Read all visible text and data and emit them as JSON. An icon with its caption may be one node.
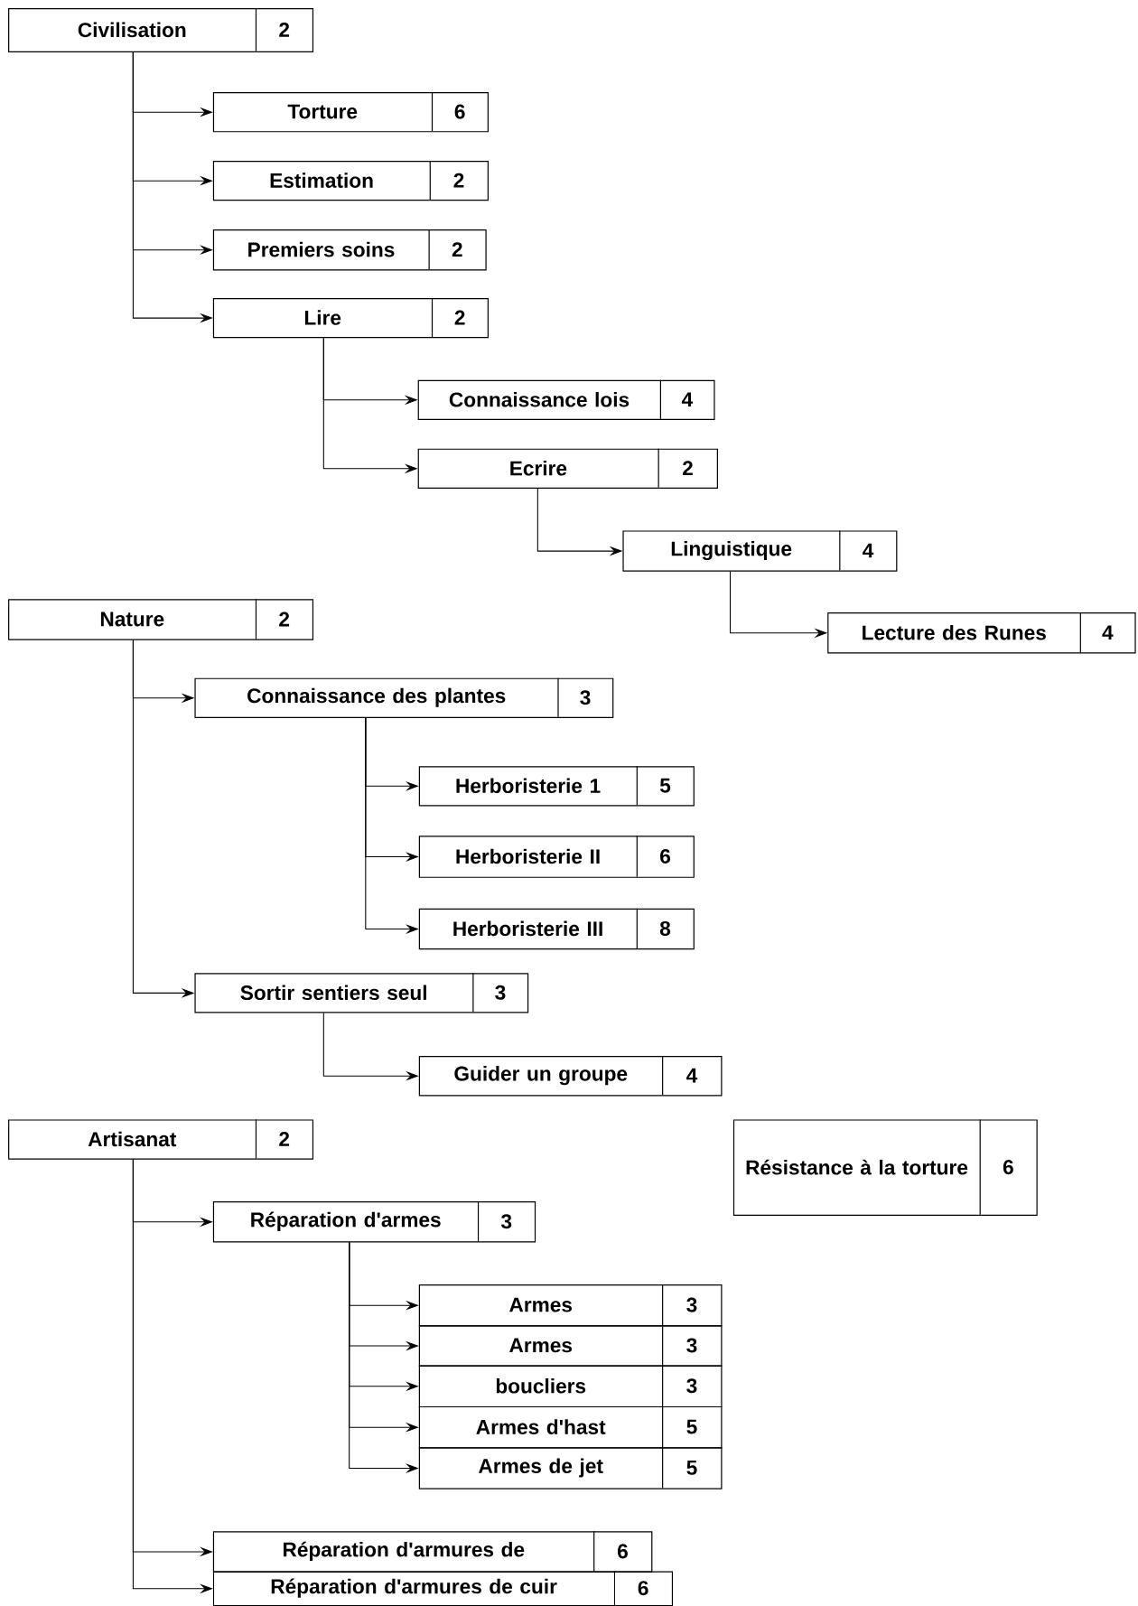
{
  "diagram": {
    "nodes": [
      {
        "text": [
          "Civilisation",
          "2"
        ]
      },
      {
        "text": [
          "Torture",
          "6"
        ]
      },
      {
        "text": [
          "Estimation",
          "2"
        ]
      },
      {
        "text": [
          "Premiers soins",
          "2"
        ]
      },
      {
        "text": [
          "Lire",
          "2"
        ]
      },
      {
        "text": [
          "Connaissance lois",
          "4"
        ]
      },
      {
        "text": [
          "Ecrire",
          "2"
        ]
      },
      {
        "text": [
          "Linguistique",
          "4"
        ]
      },
      {
        "text": [
          "Lecture des Runes",
          "4"
        ]
      },
      {
        "text": [
          "Nature",
          "2"
        ]
      },
      {
        "text": [
          "Connaissance des plantes",
          "3"
        ]
      },
      {
        "text": [
          "Herboristerie 1",
          "5"
        ]
      },
      {
        "text": [
          "Herboristerie II",
          "6"
        ]
      },
      {
        "text": [
          "Herboristerie III",
          "8"
        ]
      },
      {
        "text": [
          "Sortir sentiers seul",
          "3"
        ]
      },
      {
        "text": [
          "Guider un groupe",
          "4"
        ]
      },
      {
        "text": [
          "Artisanat",
          "2"
        ]
      },
      {
        "text": [
          "Résistance à la torture",
          "6"
        ]
      },
      {
        "text": [
          "Réparation d'armes",
          "3"
        ]
      },
      {
        "text": [
          "Armes",
          "3"
        ]
      },
      {
        "text": [
          "Armes",
          "3"
        ]
      },
      {
        "text": [
          "boucliers",
          "3"
        ]
      },
      {
        "text": [
          "Armes d'hast",
          "5"
        ]
      },
      {
        "text": [
          "Armes de jet",
          "5"
        ]
      },
      {
        "text": [
          "Réparation d'armures de",
          "6"
        ]
      },
      {
        "text": [
          "Réparation d'armures de cuir",
          "6"
        ]
      }
    ],
    "edges": [
      {
        "from": 0,
        "to": 1,
        "arrow": "to"
      },
      {
        "from": 0,
        "to": 2,
        "arrow": "to"
      },
      {
        "from": 0,
        "to": 3,
        "arrow": "to"
      },
      {
        "from": 0,
        "to": 4,
        "arrow": "to"
      },
      {
        "from": 4,
        "to": 5,
        "arrow": "to"
      },
      {
        "from": 4,
        "to": 6,
        "arrow": "to"
      },
      {
        "from": 6,
        "to": 7,
        "arrow": "to"
      },
      {
        "from": 7,
        "to": 8,
        "arrow": "to"
      },
      {
        "from": 9,
        "to": 10,
        "arrow": "to"
      },
      {
        "from": 10,
        "to": 11,
        "arrow": "to"
      },
      {
        "from": 10,
        "to": 12,
        "arrow": "to"
      },
      {
        "from": 10,
        "to": 13,
        "arrow": "to"
      },
      {
        "from": 9,
        "to": 14,
        "arrow": "to"
      },
      {
        "from": 14,
        "to": 15,
        "arrow": "to"
      },
      {
        "from": 16,
        "to": 18,
        "arrow": "to"
      },
      {
        "from": 18,
        "to": 19,
        "arrow": "to"
      },
      {
        "from": 18,
        "to": 20,
        "arrow": "to"
      },
      {
        "from": 18,
        "to": 21,
        "arrow": "to"
      },
      {
        "from": 18,
        "to": 22,
        "arrow": "to"
      },
      {
        "from": 18,
        "to": 23,
        "arrow": "to"
      },
      {
        "from": 16,
        "to": 24,
        "arrow": "to"
      },
      {
        "from": 16,
        "to": 25,
        "arrow": "to"
      }
    ]
  }
}
